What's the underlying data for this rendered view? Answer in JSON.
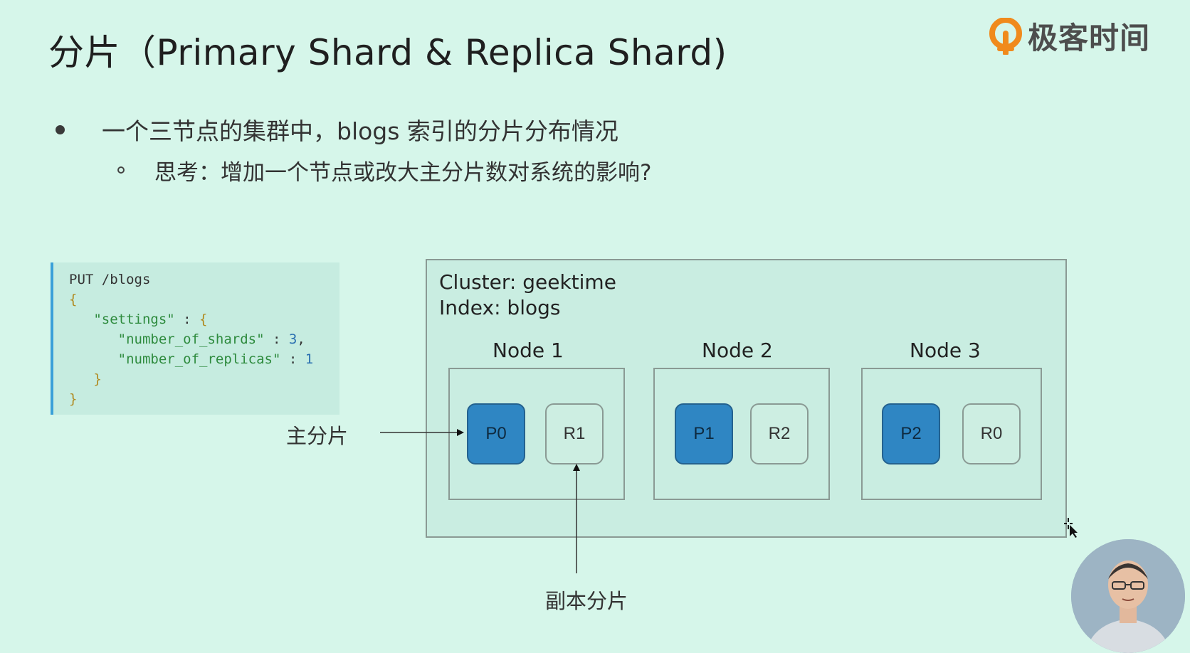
{
  "title": "分片（Primary Shard & Replica Shard)",
  "logo": {
    "text": "极客时间"
  },
  "bullets": {
    "level1": "一个三节点的集群中，blogs 索引的分片分布情况",
    "level2": "思考：增加一个节点或改大主分片数对系统的影响?"
  },
  "code": {
    "lines": [
      "PUT /blogs",
      "{",
      "\"settings\" : {",
      "\"number_of_shards\" : 3,",
      "\"number_of_replicas\" : 1",
      "}",
      "}"
    ],
    "method": "PUT",
    "path": "/blogs",
    "open_brace": "{",
    "settings_key": "\"settings\"",
    "colon": " : ",
    "shards_key": "\"number_of_shards\"",
    "shards_value": "3",
    "comma": ",",
    "replicas_key": "\"number_of_replicas\"",
    "replicas_value": "1",
    "inner_close": "}",
    "outer_close": "}"
  },
  "diagram": {
    "cluster_label": "Cluster: geektime",
    "index_label": "Index: blogs",
    "nodes": [
      {
        "name": "Node 1",
        "primary": "P0",
        "replica": "R1"
      },
      {
        "name": "Node 2",
        "primary": "P1",
        "replica": "R2"
      },
      {
        "name": "Node 3",
        "primary": "P2",
        "replica": "R0"
      }
    ],
    "primary_label": "主分片",
    "replica_label": "副本分片"
  },
  "colors": {
    "background": "#d6f6ea",
    "primary_shard": "#2f86c3",
    "code_border": "#3aa0d8",
    "logo_accent": "#f08a1c"
  }
}
